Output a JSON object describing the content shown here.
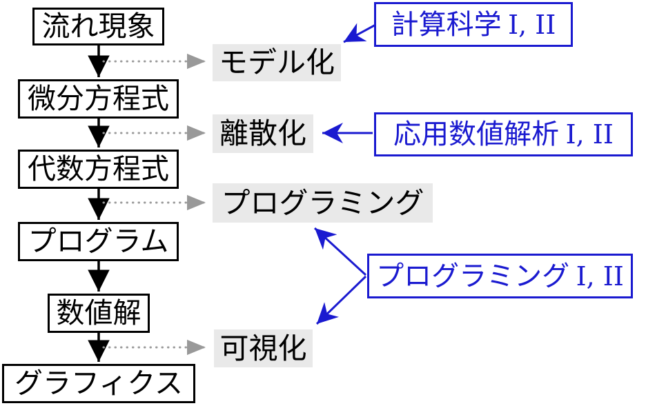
{
  "colors": {
    "box_border": "#000000",
    "course_blue": "#1a1ad0",
    "process_label_bg": "#e9e9e9",
    "dotted_arrow_gray": "#999999"
  },
  "flow": {
    "stages": [
      {
        "label": "流れ現象"
      },
      {
        "label": "微分方程式"
      },
      {
        "label": "代数方程式"
      },
      {
        "label": "プログラム"
      },
      {
        "label": "数値解"
      },
      {
        "label": "グラフィクス"
      }
    ]
  },
  "processes": [
    {
      "label": "モデル化"
    },
    {
      "label": "離散化"
    },
    {
      "label": "プログラミング"
    },
    {
      "label": "可視化"
    }
  ],
  "courses": [
    {
      "name": "計算科学",
      "suffix": "I, II"
    },
    {
      "name": "応用数値解析",
      "suffix": "I, II"
    },
    {
      "name": "プログラミング",
      "suffix": "I, II"
    }
  ]
}
